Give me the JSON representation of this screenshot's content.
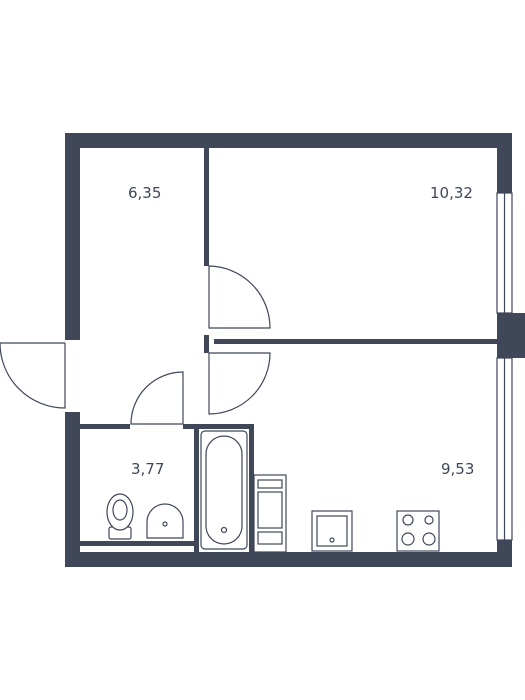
{
  "plan": {
    "rooms": [
      {
        "id": "room-a",
        "area": "6,35"
      },
      {
        "id": "room-b",
        "area": "10,32"
      },
      {
        "id": "room-c",
        "area": "3,77"
      },
      {
        "id": "room-d",
        "area": "9,53"
      }
    ],
    "colors": {
      "wall": "#3f4759",
      "background": "#ffffff"
    },
    "icons": [
      "toilet-icon",
      "sink-icon",
      "bathtub-icon",
      "washing-machine-icon",
      "kitchen-sink-icon",
      "stove-icon",
      "window-icon",
      "door-icon"
    ]
  }
}
